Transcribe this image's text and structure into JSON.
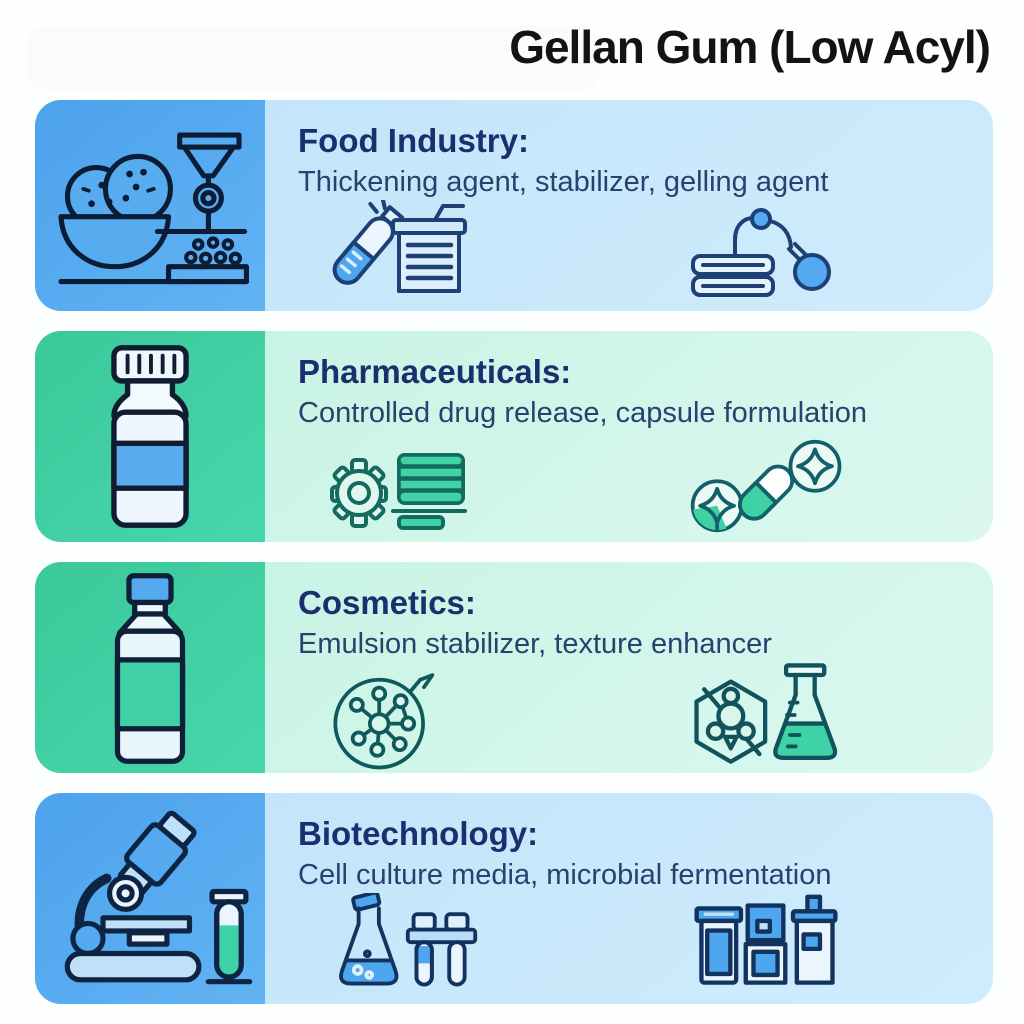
{
  "title": "Gellan Gum (Low Acyl)",
  "colors": {
    "background": "#fdfefe",
    "title_text": "#131313",
    "heading_text": "#1b2f6e",
    "body_text": "#28416f",
    "blue_panel": "#55a9ee",
    "blue_content": "#c9e8fb",
    "green_panel": "#3fcda2",
    "green_content": "#cff5e8",
    "accent_blue": "#4da6ee",
    "accent_green": "#3fd0a4"
  },
  "sections": [
    {
      "heading": "Food Industry:",
      "description": "Thickening agent, stabilizer, gelling agent",
      "theme": "blue",
      "left_icon": "food-bowl-funnel-icon",
      "content_icons": [
        "ingredient-bottle-and-jar-icon",
        "gel-extrusion-ball-icon"
      ]
    },
    {
      "heading": "Pharmaceuticals:",
      "description": "Controlled drug release, capsule formulation",
      "theme": "green",
      "left_icon": "pill-bottle-icon",
      "content_icons": [
        "gear-and-tablet-stack-icon",
        "pills-and-capsule-icon"
      ]
    },
    {
      "heading": "Cosmetics:",
      "description": "Emulsion stabilizer, texture enhancer",
      "theme": "green",
      "left_icon": "cosmetic-bottle-icon",
      "content_icons": [
        "molecule-network-circle-icon",
        "hex-molecule-and-flask-icon"
      ]
    },
    {
      "heading": "Biotechnology:",
      "description": "Cell culture media, microbial fermentation",
      "theme": "blue",
      "left_icon": "microscope-and-test-tube-icon",
      "content_icons": [
        "culture-flask-and-rack-icon",
        "culture-vials-icon"
      ]
    }
  ]
}
